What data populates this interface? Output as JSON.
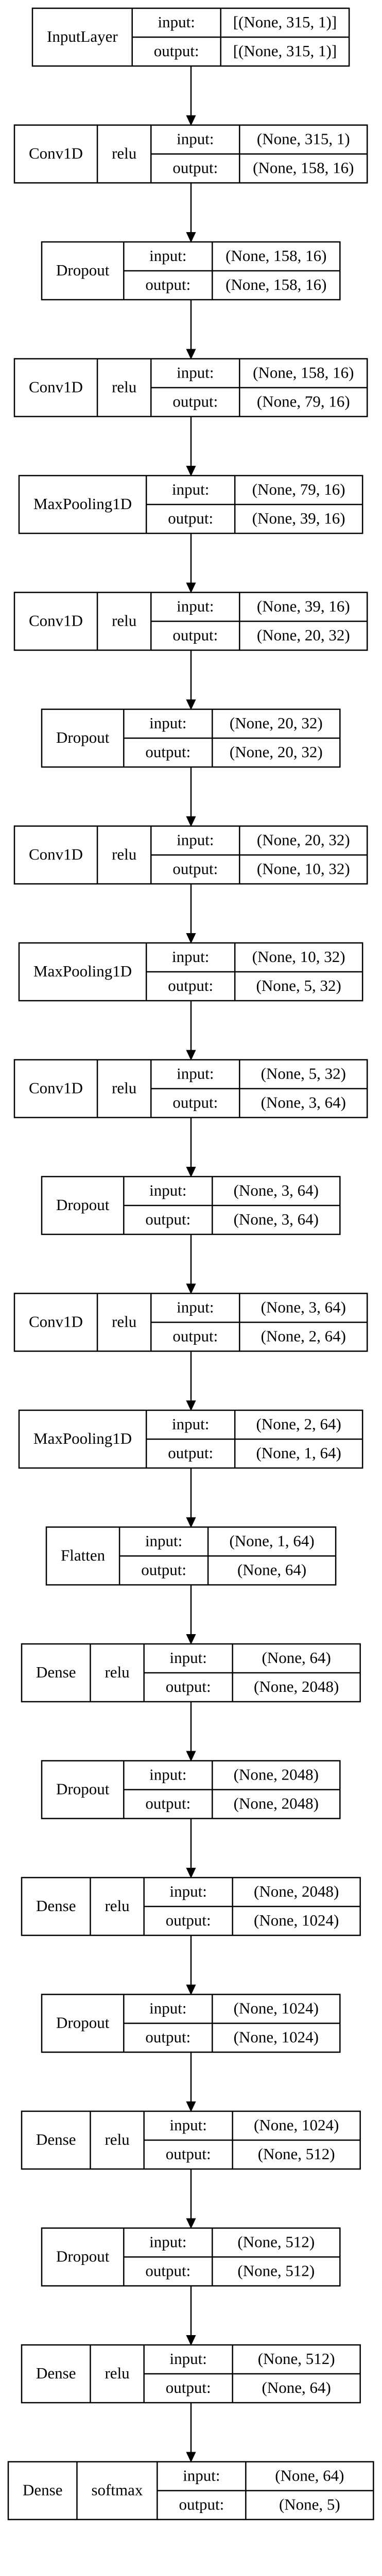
{
  "diagram": {
    "type": "keras-model-plot",
    "port_labels": {
      "input": "input:",
      "output": "output:"
    },
    "layers": [
      {
        "name": "InputLayer",
        "activation": "",
        "input": "[(None, 315, 1)]",
        "output": "[(None, 315, 1)]"
      },
      {
        "name": "Conv1D",
        "activation": "relu",
        "input": "(None, 315, 1)",
        "output": "(None, 158, 16)"
      },
      {
        "name": "Dropout",
        "activation": "",
        "input": "(None, 158, 16)",
        "output": "(None, 158, 16)"
      },
      {
        "name": "Conv1D",
        "activation": "relu",
        "input": "(None, 158, 16)",
        "output": "(None, 79, 16)"
      },
      {
        "name": "MaxPooling1D",
        "activation": "",
        "input": "(None, 79, 16)",
        "output": "(None, 39, 16)"
      },
      {
        "name": "Conv1D",
        "activation": "relu",
        "input": "(None, 39, 16)",
        "output": "(None, 20, 32)"
      },
      {
        "name": "Dropout",
        "activation": "",
        "input": "(None, 20, 32)",
        "output": "(None, 20, 32)"
      },
      {
        "name": "Conv1D",
        "activation": "relu",
        "input": "(None, 20, 32)",
        "output": "(None, 10, 32)"
      },
      {
        "name": "MaxPooling1D",
        "activation": "",
        "input": "(None, 10, 32)",
        "output": "(None, 5, 32)"
      },
      {
        "name": "Conv1D",
        "activation": "relu",
        "input": "(None, 5, 32)",
        "output": "(None, 3, 64)"
      },
      {
        "name": "Dropout",
        "activation": "",
        "input": "(None, 3, 64)",
        "output": "(None, 3, 64)"
      },
      {
        "name": "Conv1D",
        "activation": "relu",
        "input": "(None, 3, 64)",
        "output": "(None, 2, 64)"
      },
      {
        "name": "MaxPooling1D",
        "activation": "",
        "input": "(None, 2, 64)",
        "output": "(None, 1, 64)"
      },
      {
        "name": "Flatten",
        "activation": "",
        "input": "(None, 1, 64)",
        "output": "(None, 64)"
      },
      {
        "name": "Dense",
        "activation": "relu",
        "input": "(None, 64)",
        "output": "(None, 2048)"
      },
      {
        "name": "Dropout",
        "activation": "",
        "input": "(None, 2048)",
        "output": "(None, 2048)"
      },
      {
        "name": "Dense",
        "activation": "relu",
        "input": "(None, 2048)",
        "output": "(None, 1024)"
      },
      {
        "name": "Dropout",
        "activation": "",
        "input": "(None, 1024)",
        "output": "(None, 1024)"
      },
      {
        "name": "Dense",
        "activation": "relu",
        "input": "(None, 1024)",
        "output": "(None, 512)"
      },
      {
        "name": "Dropout",
        "activation": "",
        "input": "(None, 512)",
        "output": "(None, 512)"
      },
      {
        "name": "Dense",
        "activation": "relu",
        "input": "(None, 512)",
        "output": "(None, 64)"
      },
      {
        "name": "Dense",
        "activation": "softmax",
        "input": "(None, 64)",
        "output": "(None, 5)"
      }
    ]
  }
}
